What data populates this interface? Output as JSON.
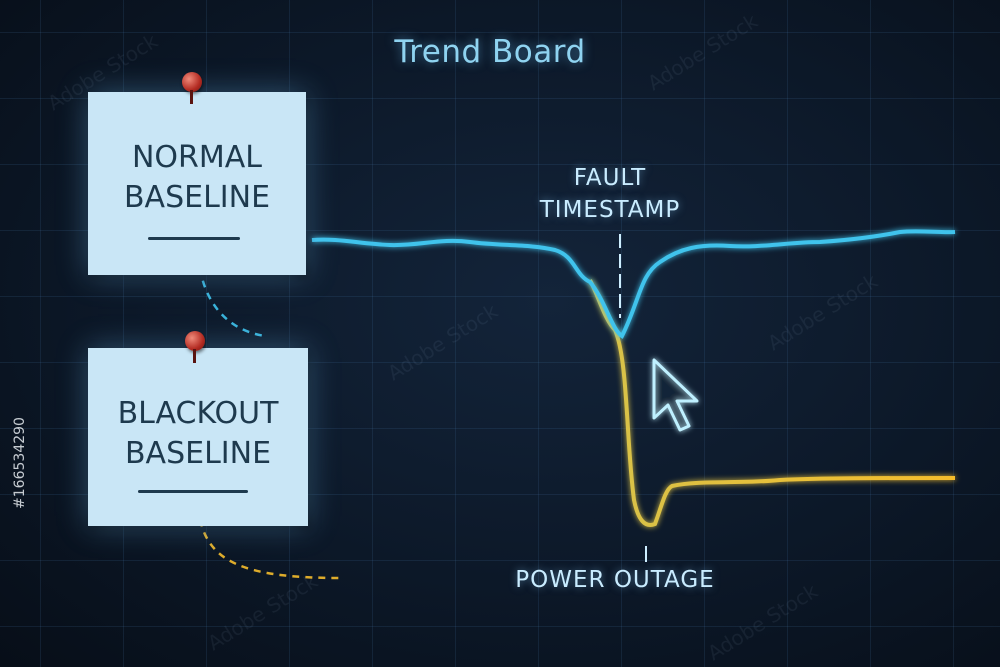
{
  "board": {
    "title": "Trend Board"
  },
  "notes": [
    {
      "line1": "NORMAL",
      "line2": "BASELINE"
    },
    {
      "line1": "BLACKOUT",
      "line2": "BASELINE"
    }
  ],
  "annotations": {
    "fault_line1": "FAULT",
    "fault_line2": "TIMESTAMP",
    "power_outage": "POWER OUTAGE"
  },
  "colors": {
    "normal_trace": "#3fc3ec",
    "blackout_trace": "#f5bd2c",
    "note_paper": "#c9e6f6",
    "background": "#0b1524"
  },
  "icons": {
    "cursor": "mouse-pointer-icon",
    "pins": "push-pin-icon"
  },
  "watermark": {
    "text": "Adobe Stock",
    "stock_id": "#166534290"
  }
}
